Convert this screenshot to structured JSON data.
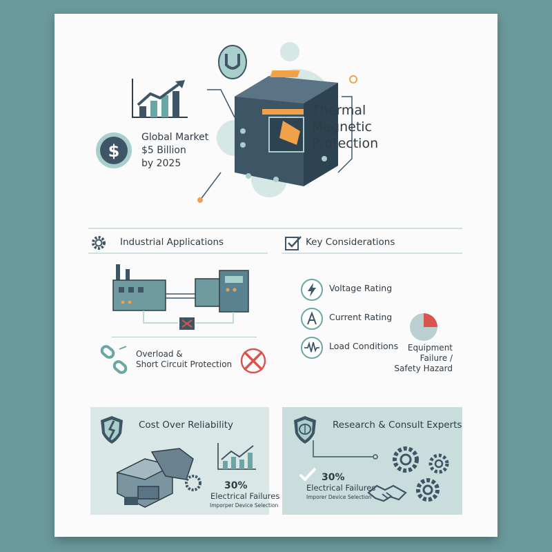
{
  "header": {
    "title_lines": [
      "Thermal",
      "Magnetic",
      "Protection"
    ],
    "market_lines": [
      "Global Market",
      "$5 Billion",
      "by 2025"
    ]
  },
  "industrial": {
    "heading": "Industrial Applications",
    "protection_lines": [
      "Overload &",
      "Short Circuit Protection"
    ]
  },
  "considerations": {
    "heading": "Key Considerations",
    "items": [
      {
        "label": "Voltage Rating",
        "icon": "lightning-icon"
      },
      {
        "label": "Current Rating",
        "icon": "ampere-icon"
      },
      {
        "label": "Load Conditions",
        "icon": "waveform-icon"
      }
    ],
    "risk_lines": [
      "Equipment",
      "Failure /",
      "Safety Hazard"
    ],
    "risk_share": 0.25
  },
  "cost_panel": {
    "heading": "Cost Over Reliability",
    "stat": "30%",
    "stat_label": "Electrical Failures",
    "stat_sub": "Imporper Device Selection"
  },
  "research_panel": {
    "heading": "Research & Consult Experts",
    "stat": "30%",
    "stat_label": "Electrical Failures",
    "stat_sub": "Imporer Device Selection"
  },
  "colors": {
    "background": "#6b9a9c",
    "accent_orange": "#f0a24a",
    "dark_slate": "#3e5566",
    "teal": "#6aa6a3",
    "red": "#d9534f"
  }
}
